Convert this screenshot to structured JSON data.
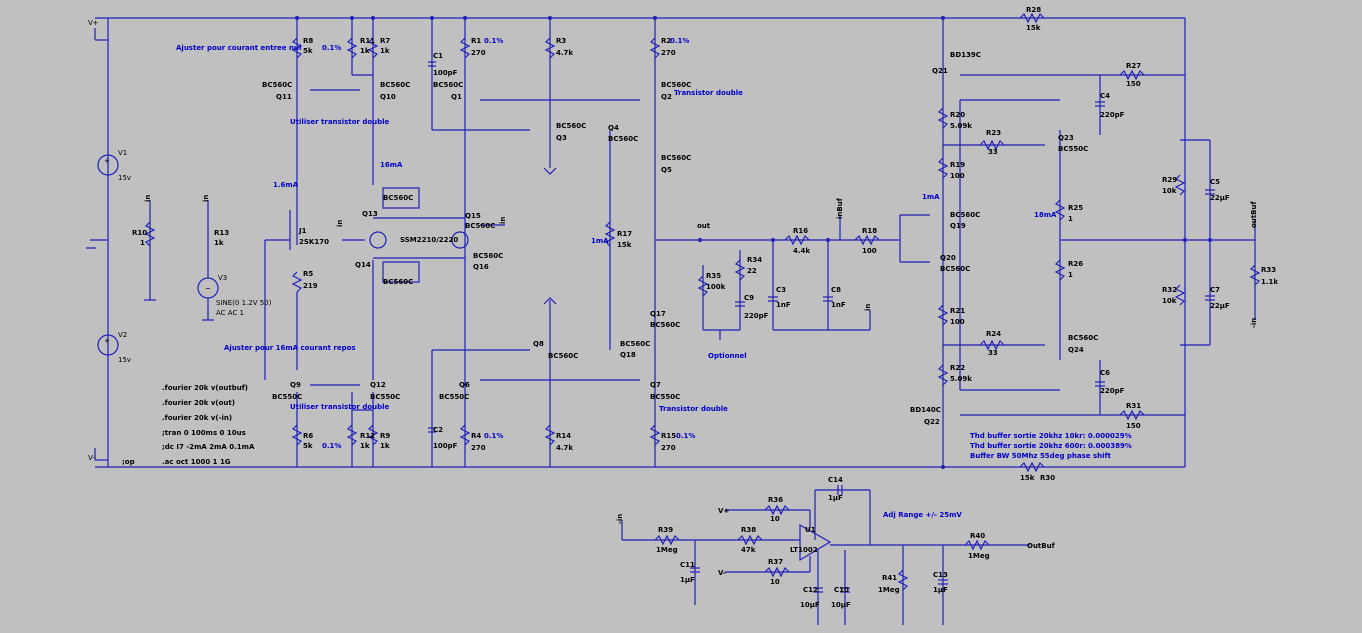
{
  "power": {
    "v1": {
      "name": "V1",
      "value": "15v"
    },
    "v2": {
      "name": "V2",
      "value": "15v"
    },
    "v3": {
      "name": "V3",
      "value": "SINE(0 1.2V 50)",
      "ac": "AC AC 1"
    },
    "vplus": "V+",
    "vminus": "V-"
  },
  "resistors": [
    {
      "name": "R8",
      "value": "5k"
    },
    {
      "name": "R11",
      "value": "1k"
    },
    {
      "name": "R7",
      "value": "1k"
    },
    {
      "name": "R1",
      "value": "270"
    },
    {
      "name": "R3",
      "value": "4.7k"
    },
    {
      "name": "R2",
      "value": "270"
    },
    {
      "name": "R10",
      "value": "1"
    },
    {
      "name": "R13",
      "value": "1k"
    },
    {
      "name": "R5",
      "value": "219"
    },
    {
      "name": "R17",
      "value": "15k"
    },
    {
      "name": "R35",
      "value": "100k"
    },
    {
      "name": "R34",
      "value": "22"
    },
    {
      "name": "R16",
      "value": "4.4k"
    },
    {
      "name": "R18",
      "value": "100"
    },
    {
      "name": "R20",
      "value": "5.09k"
    },
    {
      "name": "R19",
      "value": "100"
    },
    {
      "name": "R23",
      "value": "33"
    },
    {
      "name": "R27",
      "value": "150"
    },
    {
      "name": "R25",
      "value": "1"
    },
    {
      "name": "R26",
      "value": "1"
    },
    {
      "name": "R29",
      "value": "10k"
    },
    {
      "name": "R32",
      "value": "10k"
    },
    {
      "name": "R33",
      "value": "1.1k"
    },
    {
      "name": "R21",
      "value": "100"
    },
    {
      "name": "R24",
      "value": "33"
    },
    {
      "name": "R22",
      "value": "5.09k"
    },
    {
      "name": "R31",
      "value": "150"
    },
    {
      "name": "R6",
      "value": "5k"
    },
    {
      "name": "R12",
      "value": "1k"
    },
    {
      "name": "R9",
      "value": "1k"
    },
    {
      "name": "R4",
      "value": "270"
    },
    {
      "name": "R14",
      "value": "4.7k"
    },
    {
      "name": "R15",
      "value": "270"
    },
    {
      "name": "R28",
      "value": "15k"
    },
    {
      "name": "R30",
      "value": "15k"
    },
    {
      "name": "R36",
      "value": "10"
    },
    {
      "name": "R39",
      "value": "1Meg"
    },
    {
      "name": "R38",
      "value": "47k"
    },
    {
      "name": "R37",
      "value": "10"
    },
    {
      "name": "R41",
      "value": "1Meg"
    },
    {
      "name": "R40",
      "value": "1Meg"
    }
  ],
  "capacitors": [
    {
      "name": "C1",
      "value": "100pF"
    },
    {
      "name": "C2",
      "value": "100pF"
    },
    {
      "name": "C3",
      "value": "1nF"
    },
    {
      "name": "C8",
      "value": "1nF"
    },
    {
      "name": "C9",
      "value": "220pF"
    },
    {
      "name": "C4",
      "value": "220pF"
    },
    {
      "name": "C6",
      "value": "220pF"
    },
    {
      "name": "C5",
      "value": "22µF"
    },
    {
      "name": "C7",
      "value": "22µF"
    },
    {
      "name": "C14",
      "value": "1µF"
    },
    {
      "name": "C11",
      "value": "1µF"
    },
    {
      "name": "C12",
      "value": "10µF"
    },
    {
      "name": "C10",
      "value": "10µF"
    },
    {
      "name": "C13",
      "value": "1µF"
    }
  ],
  "transistors": [
    {
      "name": "Q11",
      "part": "BC560C"
    },
    {
      "name": "Q10",
      "part": "BC560C"
    },
    {
      "name": "Q1",
      "part": "BC560C"
    },
    {
      "name": "Q2",
      "part": "BC560C"
    },
    {
      "name": "Q3",
      "part": "BC560C"
    },
    {
      "name": "Q4",
      "part": "BC560C"
    },
    {
      "name": "Q5",
      "part": "BC560C"
    },
    {
      "name": "Q13",
      "part": "BC560C"
    },
    {
      "name": "Q15",
      "part": "BC560C"
    },
    {
      "name": "Q14",
      "part": "BC560C"
    },
    {
      "name": "Q16",
      "part": "BC560C"
    },
    {
      "name": "Q17",
      "part": "BC560C"
    },
    {
      "name": "Q18",
      "part": "BC560C"
    },
    {
      "name": "Q8",
      "part": "BC560C"
    },
    {
      "name": "Q9",
      "part": "BC550C"
    },
    {
      "name": "Q12",
      "part": "BC550C"
    },
    {
      "name": "Q6",
      "part": "BC550C"
    },
    {
      "name": "Q7",
      "part": "BC550C"
    },
    {
      "name": "Q21",
      "part": "BD139C"
    },
    {
      "name": "Q19",
      "part": "BC560C"
    },
    {
      "name": "Q20",
      "part": "BC560C"
    },
    {
      "name": "Q23",
      "part": "BC550C"
    },
    {
      "name": "Q24",
      "part": "BC560C"
    },
    {
      "name": "Q22",
      "part": "BD140C"
    },
    {
      "name": "J1",
      "part": "2SK170"
    },
    {
      "name": "U1",
      "part": "LT1002"
    }
  ],
  "parts_extra": {
    "ssm": "SSM2210/2220"
  },
  "notes": {
    "adjust_null": "Ajuster pour courant entree nul",
    "use_double_top": "Utiliser transistor double",
    "use_double_bot": "Utiliser transistor double",
    "transistor_double_top": "Transistor double",
    "transistor_double_bot": "Transistor double",
    "adjust_bias": "Ajuster pour 16mA courant repos",
    "pct": "0.1%",
    "i16": "16mA",
    "i1_6": "1.6mA",
    "i1": "1mA",
    "i1b": "1mA",
    "i18": "18mA",
    "optionnel": "Optionnel",
    "adj_range": "Adj Range +/- 25mV",
    "thd1": "Thd buffer sortie 20khz 10kr: 0.000029%",
    "thd2": "Thd buffer sortie 20khz 600r: 0.000389%",
    "bw": "Buffer BW 50Mhz 55deg phase shift"
  },
  "nets": {
    "in": "in",
    "out": "out",
    "inbuf": "inBuf",
    "outbuf": "outBuf",
    "outbuf2": "OutBuf",
    "neg_in": "-in",
    "vplus": "V+",
    "vminus": "V-"
  },
  "directives": [
    ".fourier 20k v(outbuf)",
    ".fourier 20k v(out)",
    ".fourier 20k v(-in)",
    ";tran 0 100ms 0 10us",
    ";dc I7 -2mA 2mA 0.1mA",
    ".ac oct 1000 1 1G"
  ],
  "op": ";op"
}
